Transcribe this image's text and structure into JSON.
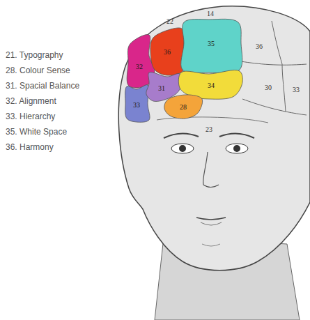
{
  "diagram": {
    "nodes": [
      {
        "text": [
          "32"
        ]
      },
      {
        "text": [
          "36"
        ]
      },
      {
        "text": [
          "35"
        ]
      },
      {
        "text": [
          "33"
        ]
      },
      {
        "text": [
          "31"
        ]
      },
      {
        "text": [
          "34"
        ]
      },
      {
        "text": [
          "28"
        ]
      }
    ],
    "labels": [
      "21. Typography",
      "28. Colour Sense",
      "31. Spacial Balance",
      "32. Alignment",
      "33. Hierarchy",
      "35. White Space",
      "36. Harmony",
      "22",
      "14",
      "36",
      "23",
      "30",
      "33"
    ]
  }
}
